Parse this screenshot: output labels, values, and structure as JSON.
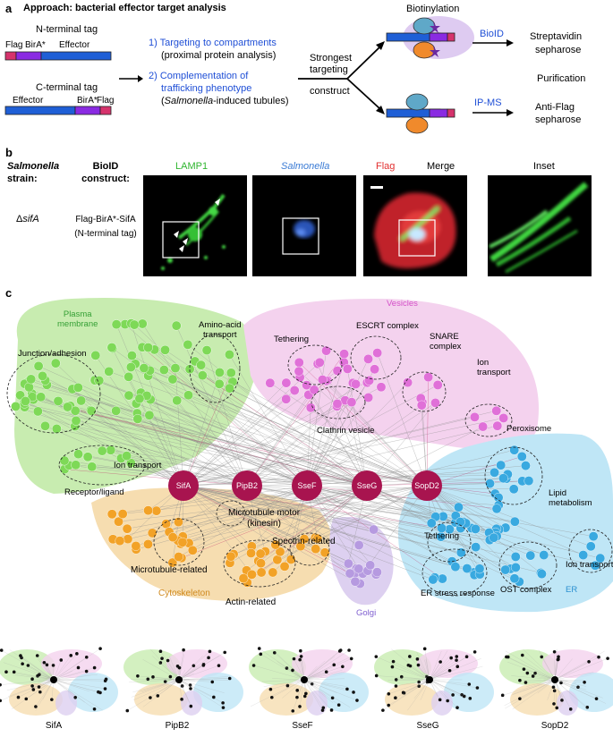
{
  "panel_a": {
    "letter": "a",
    "title": "Approach: bacterial effector target analysis",
    "n_terminal_tag": "N-terminal tag",
    "n_labels": {
      "flag": "Flag",
      "birA": "BirA*",
      "effector": "Effector"
    },
    "c_terminal_tag": "C-terminal tag",
    "c_labels": {
      "effector": "Effector",
      "birA": "BirA*",
      "flag": "Flag"
    },
    "step1": "1) Targeting to compartments",
    "step1_sub": "(proximal protein analysis)",
    "step2": "2) Complementation of",
    "step2_line2": "trafficking phenotype",
    "step2_sub_italic": "Salmonella",
    "step2_sub_rest": "-induced tubules)",
    "strongest_1": "Strongest",
    "strongest_2": "targeting",
    "strongest_3": "construct",
    "biotinylation": "Biotinylation",
    "bioid": "BioID",
    "ipms": "IP-MS",
    "streptavidin_1": "Streptavidin",
    "streptavidin_2": "sepharose",
    "purification": "Purification",
    "antiflag_1": "Anti-Flag",
    "antiflag_2": "sepharose",
    "colors": {
      "flag": "#d6336c",
      "birA": "#8a2be2",
      "effector": "#1f5fd6",
      "halo": "#d8c2ef",
      "target1": "#5fa8c8",
      "target2": "#f08a2c"
    }
  },
  "panel_b": {
    "letter": "b",
    "strain_italic": "Salmonella",
    "strain_rest": "strain:",
    "construct_1": "BioID",
    "construct_2": "construct:",
    "strain_value_delta": "Δ",
    "strain_value_gene": "sifA",
    "construct_value": "Flag-BirA*-SifA",
    "construct_sub": "(N-terminal tag)",
    "channels": [
      {
        "label": "LAMP1",
        "color": "#2fb52f"
      },
      {
        "label": "Salmonella",
        "color": "#3a7bd5"
      },
      {
        "label": "Flag",
        "color": "#e23030"
      },
      {
        "label": "Merge",
        "color": "#000000"
      },
      {
        "label": "Inset",
        "color": "#000000"
      }
    ]
  },
  "panel_c": {
    "letter": "c",
    "colors": {
      "membrane": "#c8ecb0",
      "vesicles": "#f4d2ee",
      "er": "#bfe6f6",
      "cyto": "#f6ddb0",
      "golgi": "#ddd0f0",
      "hub": "#a8144f",
      "green_node": "#7ed957",
      "pink_node": "#e070d8",
      "blue_node": "#39a9e0",
      "orange_node": "#f2a227",
      "purple_node": "#b69ae0"
    },
    "compartments": {
      "plasma_membrane_1": "Plasma",
      "plasma_membrane_2": "membrane",
      "vesicles": "Vesicles",
      "cytoskeleton": "Cytoskeleton",
      "golgi": "Golgi",
      "er": "ER"
    },
    "clusters": {
      "junction": "Junction/adhesion",
      "amino_acid_1": "Amino-acid",
      "amino_acid_2": "transport",
      "ion_transport_pm": "Ion transport",
      "receptor": "Receptor/ligand",
      "tethering_v": "Tethering",
      "escrt": "ESCRT complex",
      "snare_1": "SNARE",
      "snare_2": "complex",
      "ion_transport_v_1": "Ion",
      "ion_transport_v_2": "transport",
      "clathrin": "Clathrin vesicle",
      "peroxisome": "Peroxisome",
      "lipid_1": "Lipid",
      "lipid_2": "metabolism",
      "tethering_er": "Tethering",
      "er_stress": "ER stress response",
      "ost": "OST complex",
      "ion_transport_er": "Ion transport",
      "mt_motor_1": "Microtubule motor",
      "mt_motor_2": "(kinesin)",
      "spectrin": "Spectrin-related",
      "mt_related": "Microtubule-related",
      "actin": "Actin-related"
    },
    "hubs": [
      "SifA",
      "PipB2",
      "SseF",
      "SseG",
      "SopD2"
    ],
    "mini_maps": [
      "SifA",
      "PipB2",
      "SseF",
      "SseG",
      "SopD2"
    ]
  }
}
